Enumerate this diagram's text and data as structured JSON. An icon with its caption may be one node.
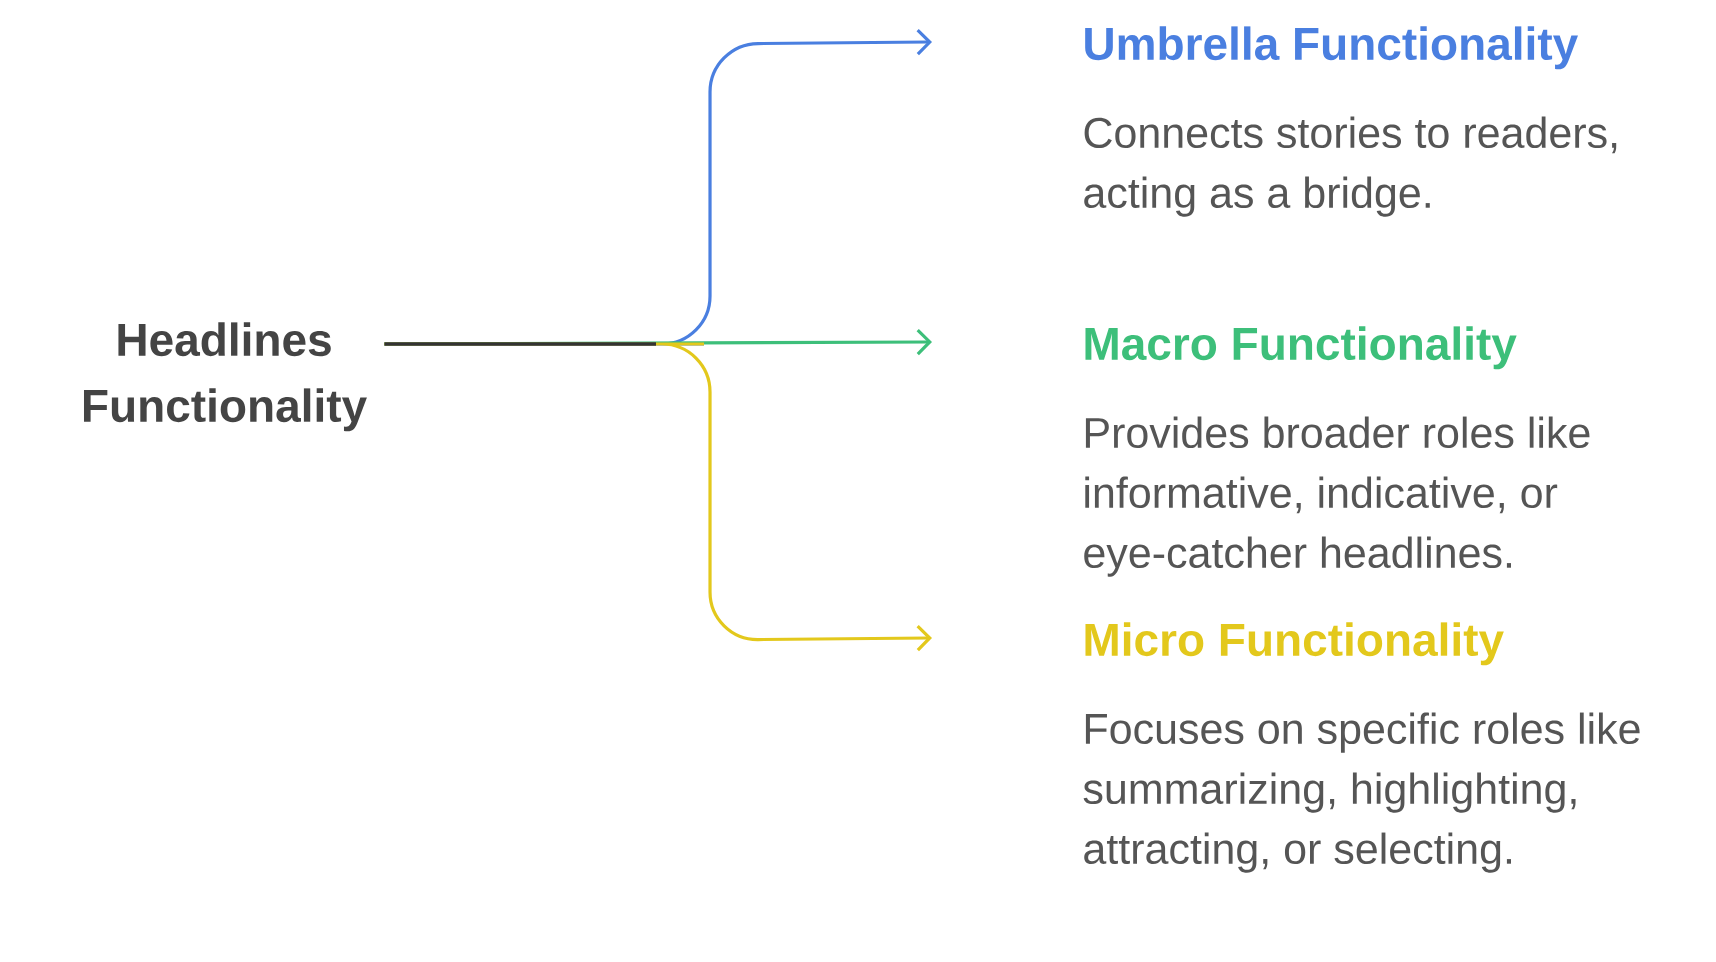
{
  "diagram": {
    "nodes": [
      {
        "text": [
          "Headlines Functionality"
        ]
      },
      {
        "text": [
          "Umbrella Functionality",
          "Connects stories to readers, acting as a bridge."
        ]
      },
      {
        "text": [
          "Macro Functionality",
          "Provides broader roles like informative, indicative, or eye-catcher headlines."
        ]
      },
      {
        "text": [
          "Micro Functionality",
          "Focuses on specific roles like summarizing, highlighting, attracting, or selecting."
        ]
      }
    ],
    "edges": [
      {
        "from": 0,
        "to": 1,
        "arrow": "to",
        "color": "#4a7fe0"
      },
      {
        "from": 0,
        "to": 2,
        "arrow": "to",
        "color": "#3dbf7a"
      },
      {
        "from": 0,
        "to": 3,
        "arrow": "to",
        "color": "#e3c81c"
      }
    ]
  }
}
